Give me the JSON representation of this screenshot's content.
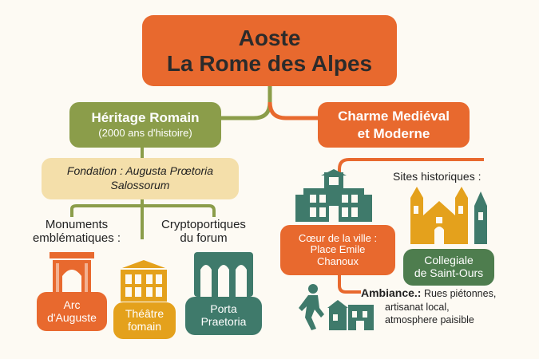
{
  "colors": {
    "orange": "#e8692e",
    "olive": "#8b9d4a",
    "cream": "#f4dfaa",
    "teal": "#3f7a6b",
    "green": "#4e7d4e",
    "gold": "#e4a11c",
    "dark": "#2b2b2b",
    "line_olive": "#8b9d4a",
    "line_orange": "#e8692e"
  },
  "title": {
    "line1": "Aoste",
    "line2": "La Rome des Alpes"
  },
  "left": {
    "heading": "Héritage Romain",
    "subheading": "(2000 ans d'histoire)",
    "foundation_line1": "Fondation : Augusta Prœtoria",
    "foundation_line2": "Salossorum",
    "monuments_label_line1": "Monuments",
    "monuments_label_line2": "emblématiques :",
    "crypto_label_line1": "Cryptoportiques",
    "crypto_label_line2": "du forum",
    "arc_line1": "Arc",
    "arc_line2": "d'Auguste",
    "theatre_line1": "Théâtre",
    "theatre_line2": "fomain",
    "porta_line1": "Porta",
    "porta_line2": "Praetoria"
  },
  "right": {
    "heading_line1": "Charme Mediéval",
    "heading_line2": "et Moderne",
    "sites_label": "Sites historiques :",
    "heart_line1": "Cœur de la ville :",
    "heart_line2": "Place Emile",
    "heart_line3": "Chanoux",
    "collegiale_line1": "Collegiale",
    "collegiale_line2": "de Saint-Ours",
    "ambiance_label": "Ambiance.:",
    "ambiance_line1": "Rues piétonnes,",
    "ambiance_line2": "artisanat local,",
    "ambiance_line3": "atmosphere paisible"
  },
  "icons": {
    "arc": "roman-arch-icon",
    "theatre": "theatre-facade-icon",
    "porta": "roman-gate-icon",
    "townhall": "town-hall-icon",
    "church": "church-towers-icon",
    "pedestrian": "pedestrian-shops-icon"
  }
}
